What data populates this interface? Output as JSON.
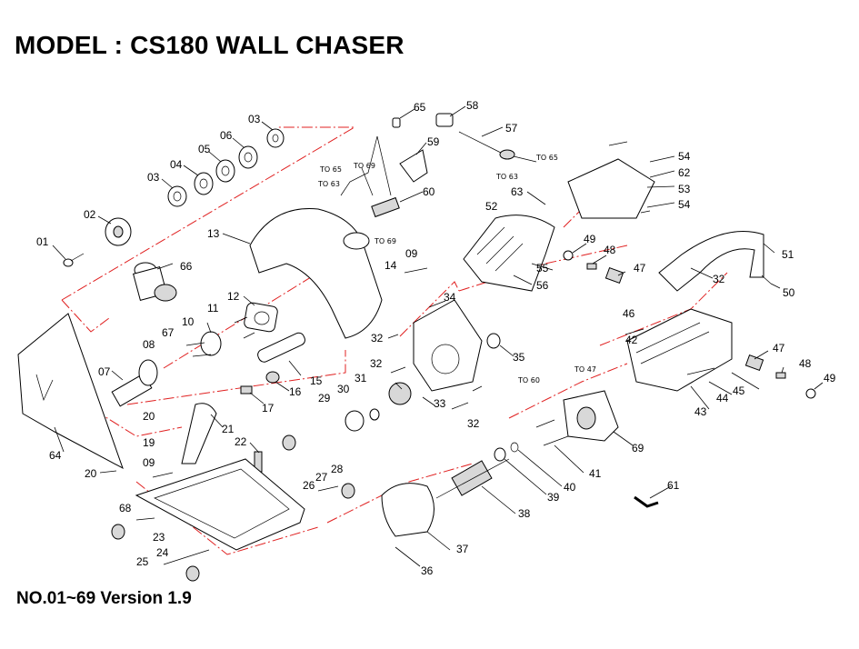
{
  "title": "MODEL : CS180  WALL CHASER",
  "footer": "NO.01~69  Version 1.9",
  "part_labels": [
    "01",
    "02",
    "03",
    "04",
    "05",
    "06",
    "03",
    "07",
    "08",
    "09",
    "09",
    "10",
    "11",
    "12",
    "13",
    "14",
    "15",
    "16",
    "17",
    "19",
    "20",
    "20",
    "21",
    "22",
    "23",
    "24",
    "25",
    "26",
    "27",
    "28",
    "29",
    "30",
    "31",
    "32",
    "32",
    "32",
    "32",
    "33",
    "34",
    "35",
    "36",
    "37",
    "38",
    "39",
    "40",
    "41",
    "42",
    "43",
    "44",
    "45",
    "46",
    "47",
    "47",
    "48",
    "48",
    "49",
    "49",
    "50",
    "51",
    "52",
    "53",
    "54",
    "54",
    "55",
    "56",
    "57",
    "58",
    "59",
    "60",
    "61",
    "62",
    "63",
    "64",
    "65",
    "66",
    "67",
    "68",
    "69"
  ],
  "to_labels": [
    "TO 65",
    "TO 69",
    "TO 63",
    "TO 69",
    "TO 63",
    "TO 65",
    "TO 60",
    "TO 47"
  ]
}
